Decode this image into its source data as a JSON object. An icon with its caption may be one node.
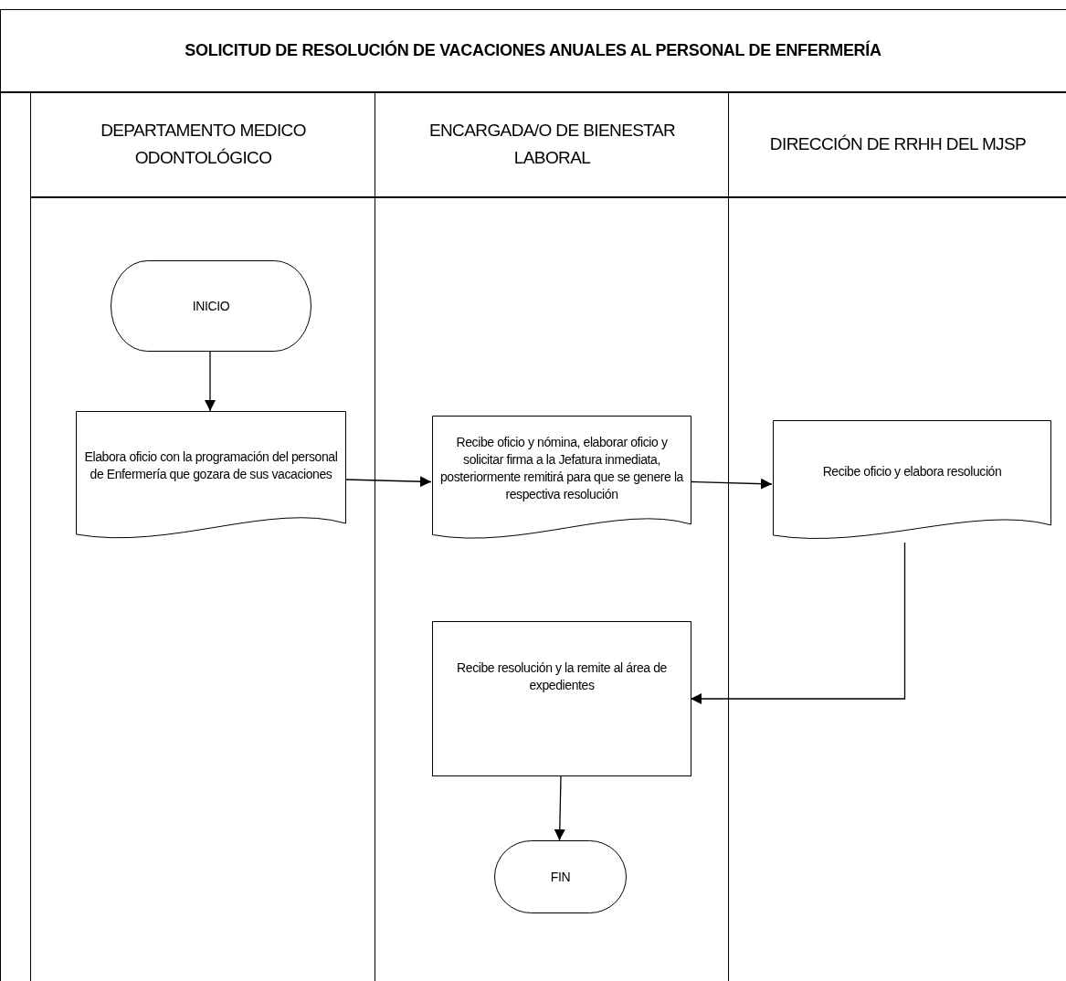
{
  "diagram": {
    "title": "SOLICITUD DE RESOLUCIÓN DE VACACIONES ANUALES AL PERSONAL DE ENFERMERÍA",
    "nodes": [
      {
        "text": [
          "DEPARTAMENTO MEDICO ODONTOLÓGICO"
        ]
      },
      {
        "text": [
          "ENCARGADA/O DE BIENESTAR LABORAL"
        ]
      },
      {
        "text": [
          "DIRECCIÓN DE RRHH DEL MJSP"
        ]
      },
      {
        "text": [
          "INICIO"
        ],
        "in": 0
      },
      {
        "text": [
          "Elabora oficio con la programación del personal de Enfermería que gozara de sus vacaciones"
        ],
        "in": 0
      },
      {
        "text": [
          "Recibe oficio y nómina, elaborar oficio y solicitar firma a la Jefatura inmediata, posteriormente remitirá para que se genere la respectiva resolución"
        ],
        "in": 1
      },
      {
        "text": [
          "Recibe oficio y elabora resolución"
        ],
        "in": 2
      },
      {
        "text": [
          "Recibe resolución y la remite al área de expedientes"
        ],
        "in": 1
      },
      {
        "text": [
          "FIN"
        ],
        "in": 1
      }
    ],
    "edges": [
      {
        "from": 3,
        "to": 4,
        "arrow": "to"
      },
      {
        "from": 4,
        "to": 5,
        "arrow": "to"
      },
      {
        "from": 5,
        "to": 6,
        "arrow": "to"
      },
      {
        "from": 6,
        "to": 7,
        "arrow": "to"
      },
      {
        "from": 7,
        "to": 8,
        "arrow": "to"
      }
    ]
  }
}
